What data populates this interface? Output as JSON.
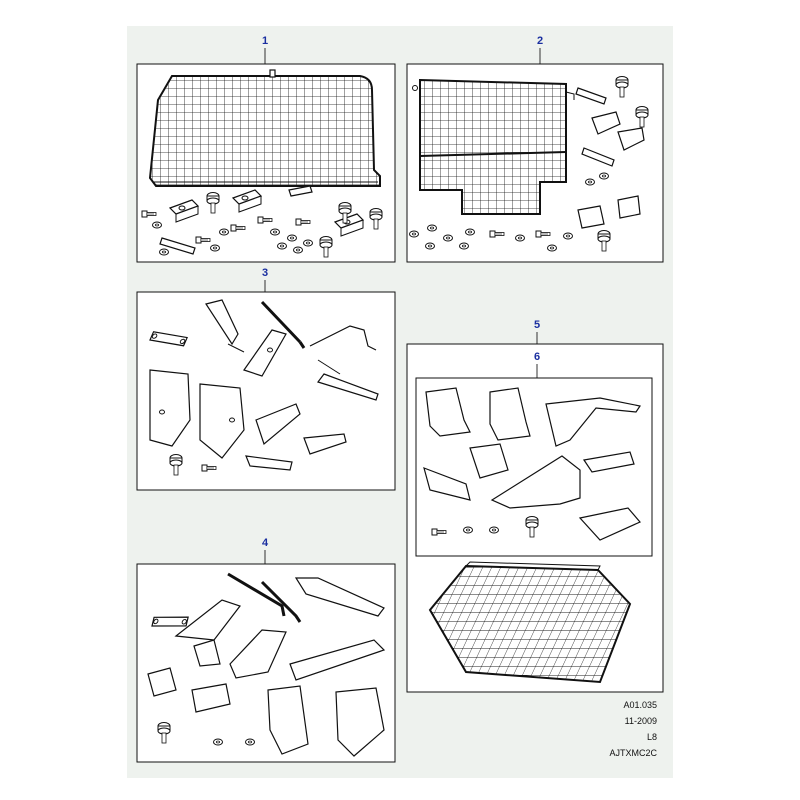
{
  "callouts": {
    "c1": "1",
    "c2": "2",
    "c3": "3",
    "c4": "4",
    "c5": "5",
    "c6": "6"
  },
  "info": {
    "ref": "A01.035",
    "date": "11-2009",
    "code": "L8",
    "part_number": "AJTXMC2C"
  },
  "colors": {
    "background": "#eef2ee",
    "callout": "#1a2fa0",
    "line": "#111111"
  }
}
